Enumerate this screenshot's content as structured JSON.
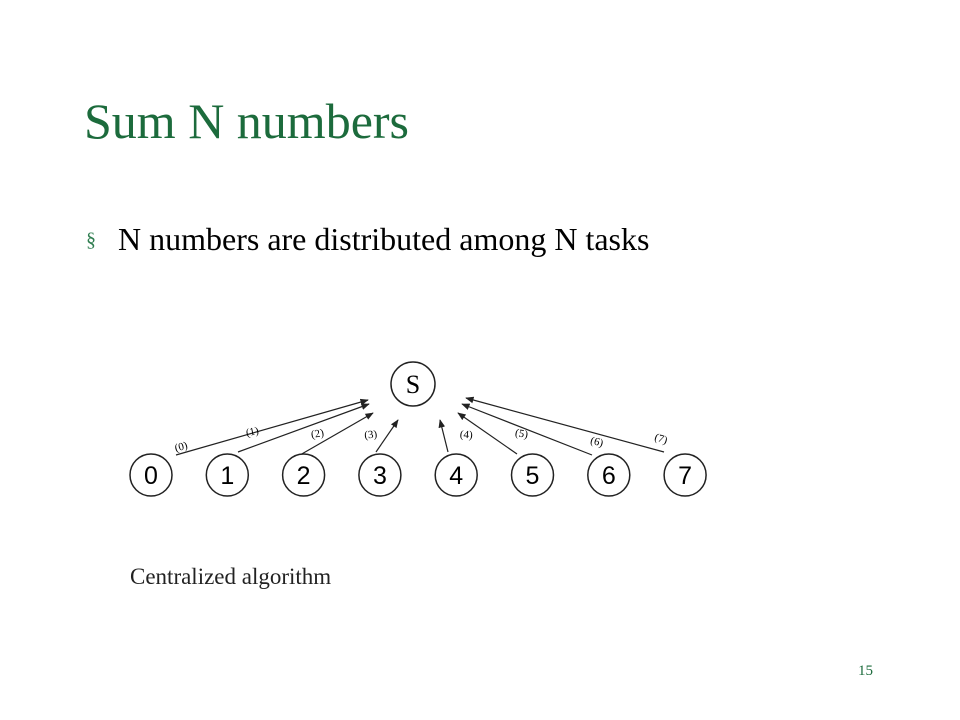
{
  "slide": {
    "title": "Sum N numbers",
    "bullets": [
      {
        "marker": "§",
        "text": "N numbers are distributed among N tasks"
      }
    ],
    "caption": "Centralized algorithm",
    "page_number": "15"
  },
  "diagram": {
    "root_label": "S",
    "nodes": [
      "0",
      "1",
      "2",
      "3",
      "4",
      "5",
      "6",
      "7"
    ],
    "edge_labels": [
      "(0)",
      "(1)",
      "(2)",
      "(3)",
      "(4)",
      "(5)",
      "(6)",
      "(7)"
    ],
    "edges_target": "S"
  },
  "colors": {
    "title": "#1c6b3c",
    "bullet_marker": "#2e7d4f",
    "text": "#000000",
    "stroke": "#222222"
  }
}
